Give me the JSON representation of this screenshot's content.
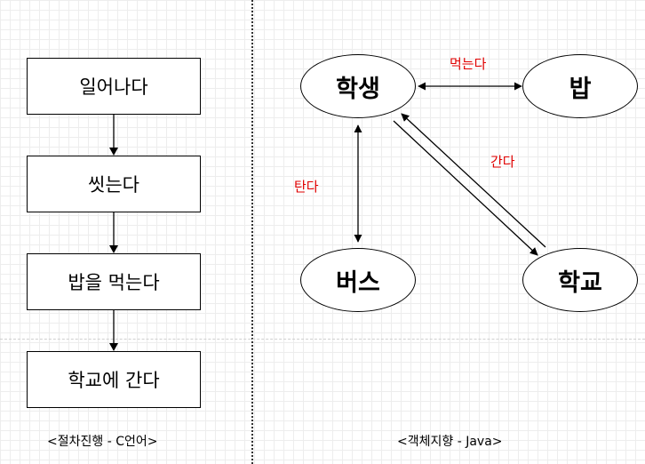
{
  "procedural": {
    "steps": [
      "일어나다",
      "씻는다",
      "밥을 먹는다",
      "학교에 간다"
    ],
    "caption": "<절차진행 - C언어>"
  },
  "object_oriented": {
    "nodes": {
      "student": "학생",
      "meal": "밥",
      "bus": "버스",
      "school": "학교"
    },
    "edge_labels": {
      "eat": "먹는다",
      "go": "간다",
      "ride": "탄다"
    },
    "caption": "<객체지향 - Java>"
  }
}
